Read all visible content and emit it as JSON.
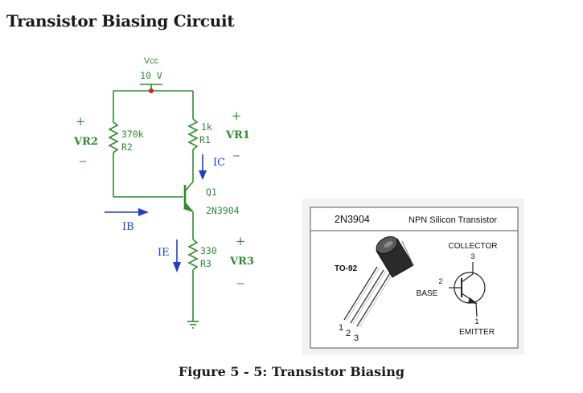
{
  "page": {
    "title": "Transistor Biasing Circuit",
    "caption": "Figure 5 - 5: Transistor Biasing"
  },
  "circuit": {
    "supply_label": "Vcc",
    "supply_value": "10 V",
    "r1_value": "1k",
    "r1_name": "R1",
    "r2_value": "370k",
    "r2_name": "R2",
    "r3_value": "330",
    "r3_name": "R3",
    "q_name": "Q1",
    "q_part": "2N3904",
    "vr1_label": "VR1",
    "vr2_label": "VR2",
    "vr3_label": "VR3",
    "plus": "+",
    "minus": "−",
    "ic_label": "IC",
    "ib_label": "IB",
    "ie_label": "IE"
  },
  "datasheet": {
    "part": "2N3904",
    "description": "NPN Silicon Transistor",
    "package": "TO-92",
    "collector_label": "COLLECTOR",
    "collector_pin": "3",
    "base_label": "BASE",
    "base_pin": "2",
    "emitter_label": "EMITTER",
    "emitter_pin": "1",
    "pin1": "1",
    "pin2": "2",
    "pin3": "3"
  },
  "colors": {
    "wire": "#2e8b2e",
    "current": "#1a3fd0",
    "supply_dot": "#d62020"
  }
}
